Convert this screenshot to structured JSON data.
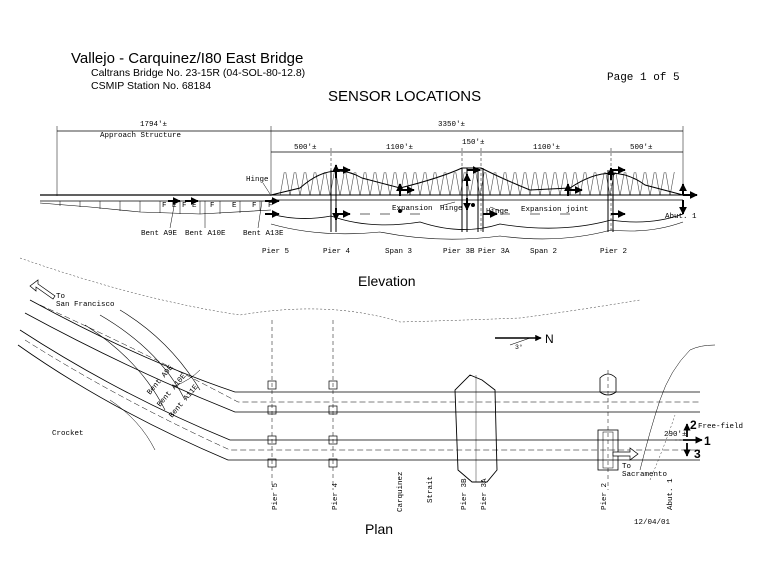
{
  "header": {
    "title": "Vallejo - Carquinez/I80 East Bridge",
    "bridge_no": "Caltrans Bridge No. 23-15R (04-SOL-80-12.8)",
    "station": "CSMIP Station No. 68184",
    "page": "Page 1 of 5",
    "heading": "SENSOR LOCATIONS"
  },
  "elevation": {
    "caption": "Elevation",
    "dims": {
      "approach": "1794'±",
      "approach_label": "Approach Structure",
      "total": "3350'±",
      "span_500_left": "500'±",
      "span_1100_left": "1100'±",
      "center": "150'±",
      "span_1100_right": "1100'±",
      "span_500_right": "500'±"
    },
    "callouts": {
      "hinge_left": "Hinge",
      "expansion": "Expansion",
      "hinge_mid": "Hinge",
      "hinge_right": "Hinge",
      "expansion_joint": "Expansion joint",
      "abut": "Abut. 1"
    },
    "bents": [
      "Bent A9E",
      "Bent A10E",
      "Bent A13E"
    ],
    "piers": [
      "Pier 5",
      "Pier 4",
      "Span 3",
      "Pier 3B",
      "Pier 3A",
      "Span 2",
      "Pier 2"
    ],
    "approach_marks": [
      "F",
      "E",
      "F",
      "E",
      "F",
      "E",
      "F",
      "F"
    ]
  },
  "plan": {
    "caption": "Plan",
    "to_sf": "To San Francisco",
    "crockett": "Crocket",
    "north": "N",
    "angle": "3°",
    "bents": [
      "Bent A9E",
      "Bent A10E",
      "Bent A11E"
    ],
    "piers": [
      "Pier 5",
      "Pier 4",
      "Carquinez",
      "Strait",
      "Pier 3B",
      "Pier 3A",
      "Pier 2",
      "Abut. 1"
    ],
    "to_sac": "To Sacramento",
    "free_field": "Free-field",
    "dist": "290'±",
    "axes": [
      "1",
      "2",
      "3"
    ],
    "date": "12/04/01"
  },
  "colors": {
    "ink": "#000000",
    "paper": "#ffffff"
  }
}
